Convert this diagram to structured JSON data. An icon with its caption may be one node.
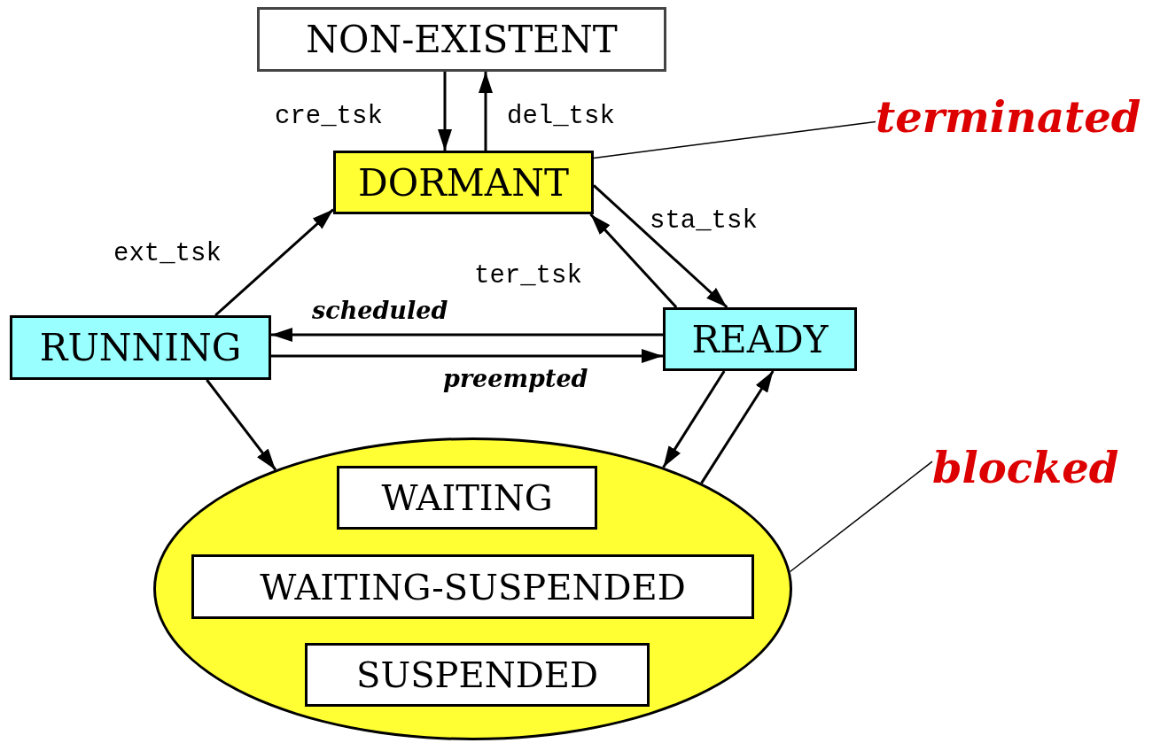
{
  "diagram": {
    "nodes": [
      {
        "text": [
          "NON-EXISTENT"
        ]
      },
      {
        "text": [
          "DORMANT"
        ]
      },
      {
        "text": [
          "RUNNING"
        ]
      },
      {
        "text": [
          "READY"
        ]
      },
      {
        "text": [],
        "shape": "ellipse"
      },
      {
        "text": [
          "WAITING"
        ],
        "in": 4
      },
      {
        "text": [
          "WAITING-SUSPENDED"
        ],
        "in": 4
      },
      {
        "text": [
          "SUSPENDED"
        ],
        "in": 4
      },
      {
        "text": [
          "terminated"
        ]
      },
      {
        "text": [
          "blocked"
        ]
      }
    ],
    "edges": [
      {
        "from": 0,
        "to": 1,
        "arrow": "to",
        "label": "cre_tsk"
      },
      {
        "from": 1,
        "to": 0,
        "arrow": "to",
        "label": "del_tsk"
      },
      {
        "from": 1,
        "to": 3,
        "arrow": "to",
        "label": "sta_tsk"
      },
      {
        "from": 3,
        "to": 1,
        "arrow": "to",
        "label": "ter_tsk"
      },
      {
        "from": 2,
        "to": 1,
        "arrow": "to",
        "label": "ext_tsk"
      },
      {
        "from": 3,
        "to": 2,
        "arrow": "to",
        "label": "scheduled"
      },
      {
        "from": 2,
        "to": 3,
        "arrow": "to",
        "label": "preempted"
      },
      {
        "from": 2,
        "to": 4,
        "arrow": "to"
      },
      {
        "from": 3,
        "to": 4,
        "arrow": "to"
      },
      {
        "from": 4,
        "to": 3,
        "arrow": "to"
      },
      {
        "from": 8,
        "to": 1,
        "arrow": "none"
      },
      {
        "from": 9,
        "to": 4,
        "arrow": "none"
      }
    ]
  }
}
